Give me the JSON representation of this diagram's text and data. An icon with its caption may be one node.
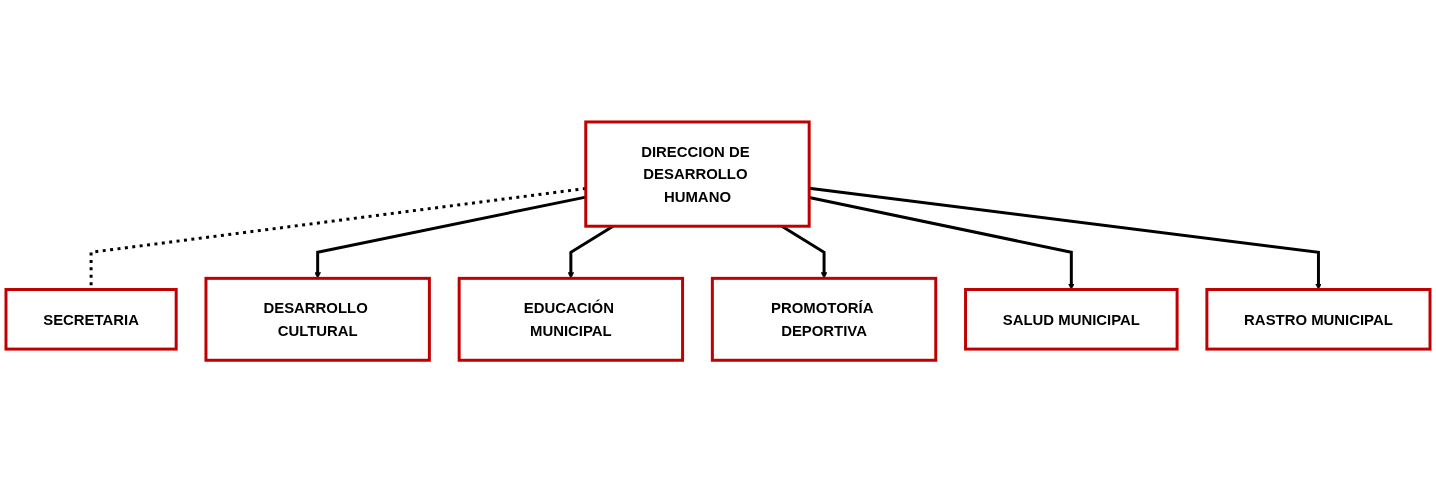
{
  "diagram": {
    "nodes": [
      {
        "text": [
          "DIRECCION DE DESARROLLO HUMANO"
        ]
      },
      {
        "text": [
          "SECRETARIA"
        ]
      },
      {
        "text": [
          "DESARROLLO CULTURAL"
        ]
      },
      {
        "text": [
          "EDUCACIÓN MUNICIPAL"
        ]
      },
      {
        "text": [
          "PROMOTORÍA DEPORTIVA"
        ]
      },
      {
        "text": [
          "SALUD MUNICIPAL"
        ]
      },
      {
        "text": [
          "RASTRO MUNICIPAL"
        ]
      }
    ],
    "edges": [
      {
        "from": 0,
        "to": 1,
        "arrow": "none",
        "style": "dashed"
      },
      {
        "from": 0,
        "to": 2,
        "arrow": "to"
      },
      {
        "from": 0,
        "to": 3,
        "arrow": "to"
      },
      {
        "from": 0,
        "to": 4,
        "arrow": "to"
      },
      {
        "from": 0,
        "to": 5,
        "arrow": "to"
      },
      {
        "from": 0,
        "to": 6,
        "arrow": "to"
      }
    ]
  }
}
